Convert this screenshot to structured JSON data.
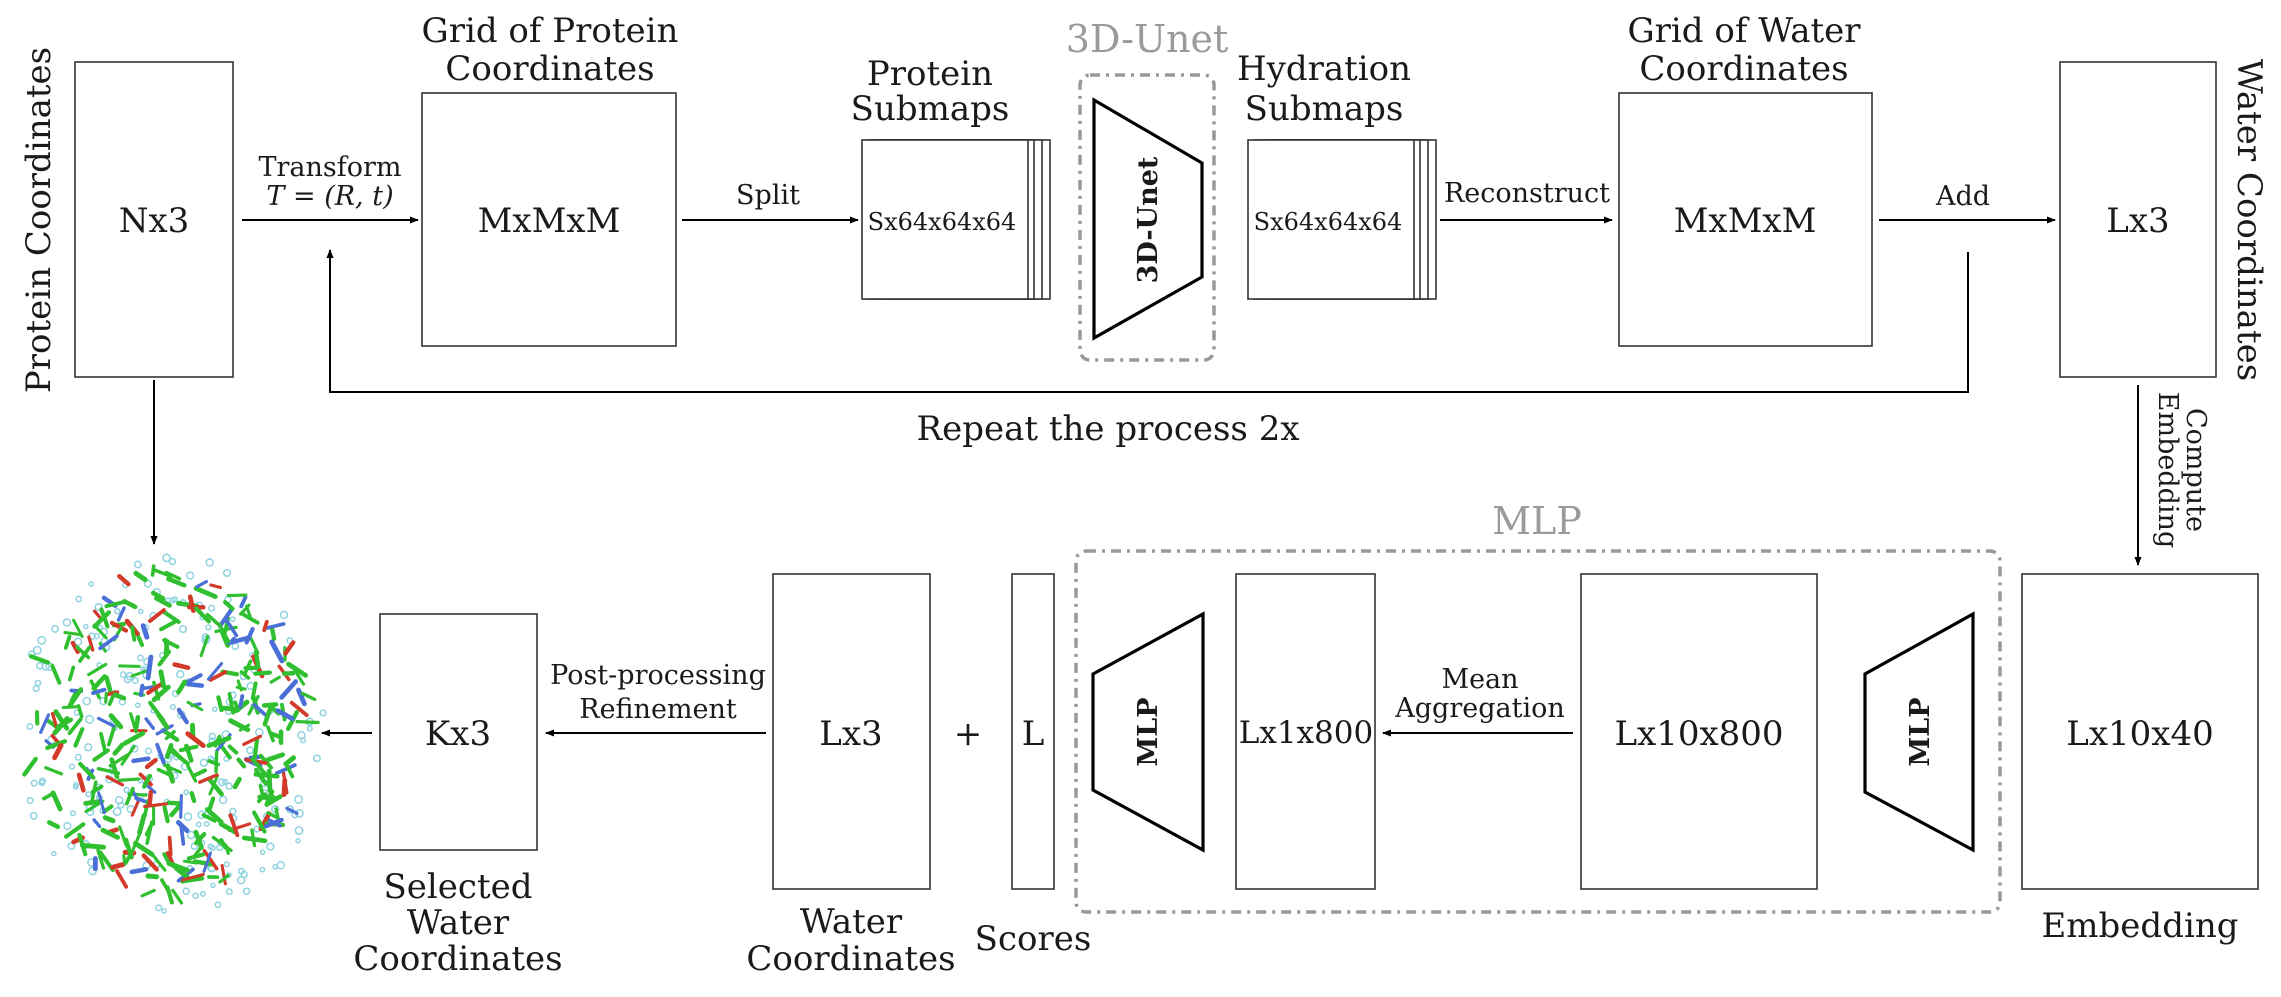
{
  "colors": {
    "stroke": "#333333",
    "region_label": "#9a9a9a",
    "molecule_green": "#2fbf2f",
    "molecule_red": "#d23a2a",
    "molecule_blue": "#4a6fd6",
    "water_dot": "#8fd3e0"
  },
  "top": {
    "side_left": "Protein Coordinates",
    "side_right": "Water Coordinates",
    "nx3": "Nx3",
    "transform_line1": "Transform",
    "transform_line2": "T = (R, t)",
    "grid_protein_line1": "Grid of Protein",
    "grid_protein_line2": "Coordinates",
    "mxmxm_1": "MxMxM",
    "split": "Split",
    "protein_submaps_line1": "Protein",
    "protein_submaps_line2": "Submaps",
    "sx64_1": "Sx64x64x64",
    "unet_region": "3D-Unet",
    "unet_block": "3D-Unet",
    "hydration_line1": "Hydration",
    "hydration_line2": "Submaps",
    "sx64_2": "Sx64x64x64",
    "reconstruct": "Reconstruct",
    "grid_water_line1": "Grid of Water",
    "grid_water_line2": "Coordinates",
    "mxmxm_2": "MxMxM",
    "add": "Add",
    "lx3": "Lx3",
    "repeat": "Repeat the process 2x"
  },
  "right": {
    "compute_line1": "Compute",
    "compute_line2": "Embedding"
  },
  "bottom": {
    "mlp_region": "MLP",
    "lx10x40": "Lx10x40",
    "embedding": "Embedding",
    "mlp_block_right": "MLP",
    "lx10x800": "Lx10x800",
    "mean_line1": "Mean",
    "mean_line2": "Aggregation",
    "lx1x800": "Lx1x800",
    "mlp_block_left": "MLP",
    "l": "L",
    "scores": "Scores",
    "plus": "+",
    "lx3": "Lx3",
    "water_line1": "Water",
    "water_line2": "Coordinates",
    "post_line1": "Post-processing",
    "post_line2": "Refinement",
    "kx3": "Kx3",
    "selected_line1": "Selected",
    "selected_line2": "Water",
    "selected_line3": "Coordinates"
  }
}
